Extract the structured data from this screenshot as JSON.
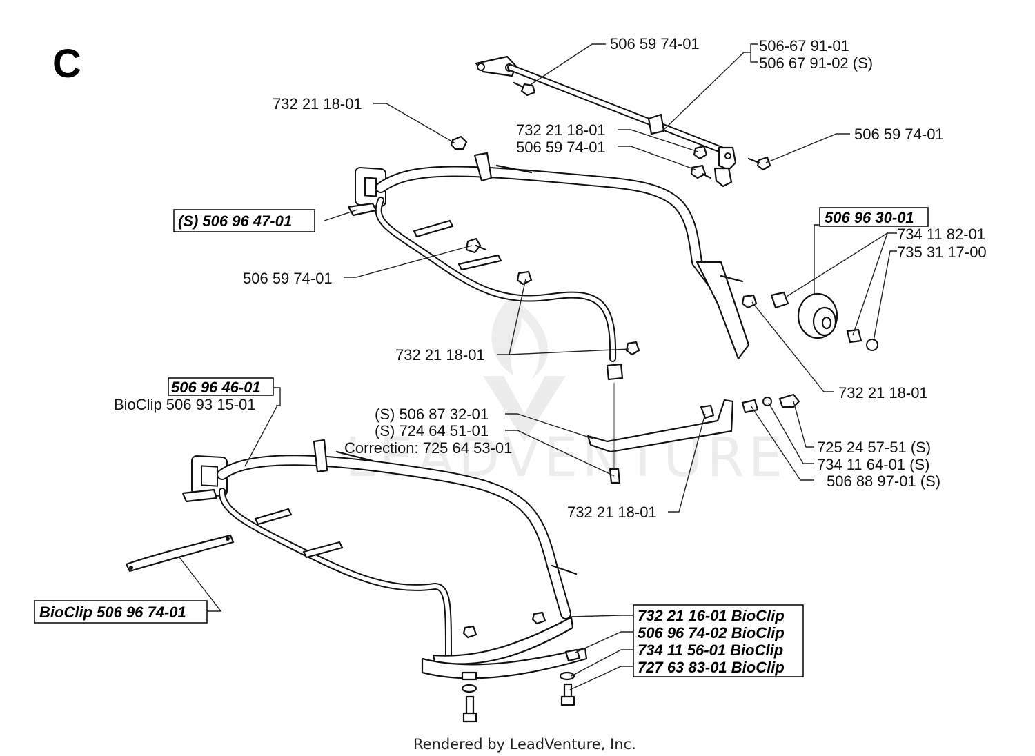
{
  "section_letter": "C",
  "labels": {
    "l_506_59_74_01_top": "506 59 74-01",
    "l_506_67_91_01": "506-67 91-01",
    "l_506_67_91_02": "506 67 91-02 (S)",
    "l_732_21_18_01_a": "732 21 18-01",
    "l_732_21_18_01_b": "732 21 18-01",
    "l_506_59_74_01_b": "506 59 74-01",
    "l_506_59_74_01_right": "506 59 74-01",
    "l_s_506_96_47_01": "(S) 506 96 47-01",
    "l_506_96_30_01": "506 96 30-01",
    "l_734_11_82_01": "734 11 82-01",
    "l_735_31_17_00": "735 31 17-00",
    "l_506_59_74_01_mid": "506 59 74-01",
    "l_732_21_18_01_mid": "732 21 18-01",
    "l_732_21_18_01_right": "732 21 18-01",
    "l_506_96_46_01": "506 96 46-01",
    "l_bioclip_506_93_15_01": "BioClip 506 93 15-01",
    "l_s_506_87_32_01": "(S) 506 87 32-01",
    "l_s_724_64_51_01": "(S) 724 64 51-01",
    "l_correction": "Correction: 725 64 53-01",
    "l_725_24_57_51": "725 24 57-51 (S)",
    "l_734_11_64_01": "734 11 64-01 (S)",
    "l_506_88_97_01": "506 88 97-01 (S)",
    "l_732_21_18_01_low": "732 21 18-01",
    "l_bioclip_506_96_74_01": "BioClip 506 96 74-01",
    "l_732_21_16_01": "732 21 16-01 BioClip",
    "l_506_96_74_02": "506 96 74-02 BioClip",
    "l_734_11_56_01": "734 11 56-01 BioClip",
    "l_727_63_83_01": "727 63 83-01 BioClip"
  },
  "watermark": "LEADVENTURE",
  "footer": "Rendered by LeadVenture, Inc."
}
